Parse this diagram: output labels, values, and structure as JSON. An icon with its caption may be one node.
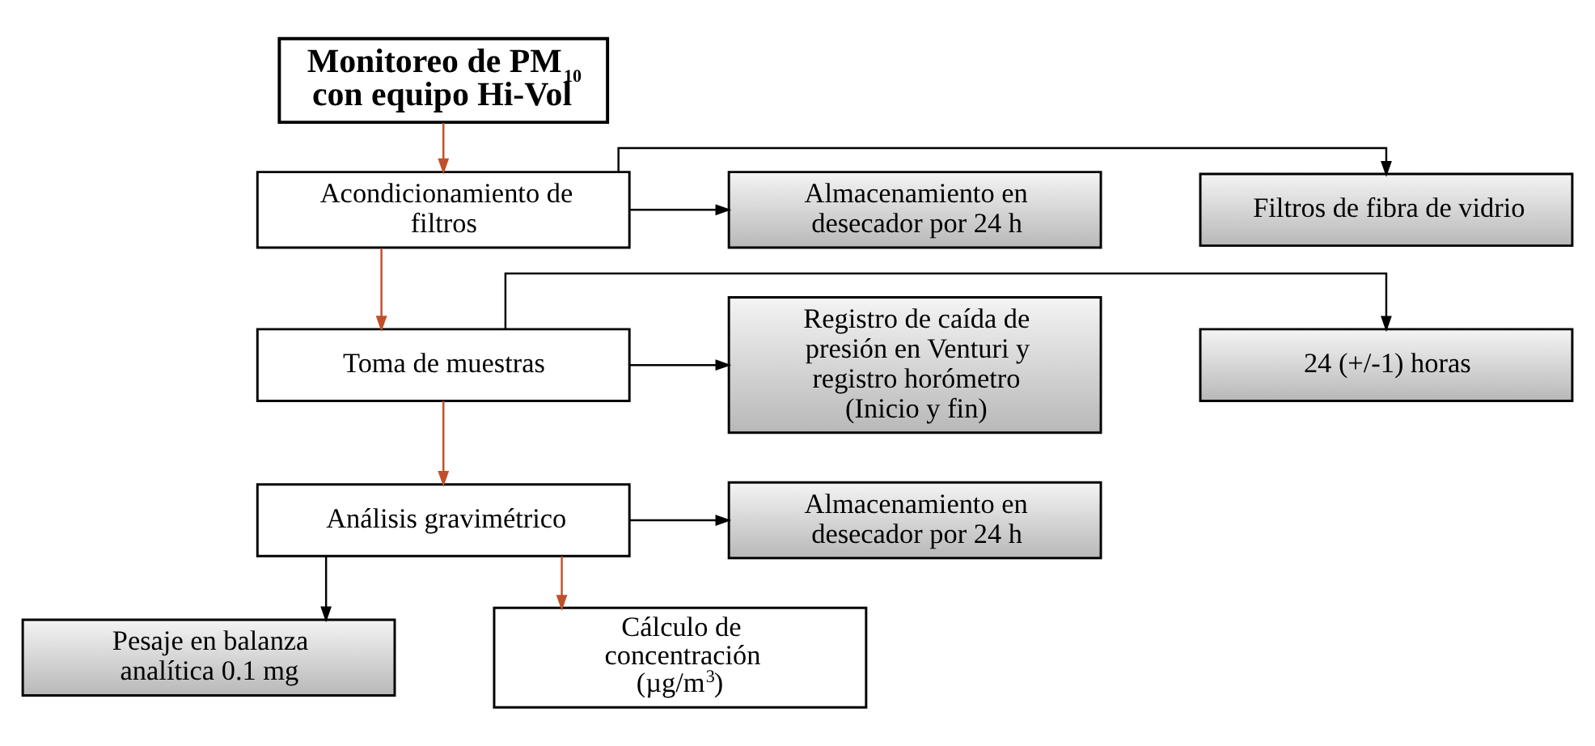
{
  "diagram": {
    "nodes": [
      {
        "text": [
          "Monitoreo de PM$_{10}$ con equipo Hi-Vol"
        ]
      },
      {
        "text": [
          "Filtros de fibra de vidrio"
        ]
      },
      {
        "text": [
          "Acondicionamiento de filtros"
        ]
      },
      {
        "text": [
          "Almacenamiento en desecador por 24 h"
        ]
      },
      {
        "text": [
          "24 (+/-1) horas"
        ]
      },
      {
        "text": [
          "Toma de muestras"
        ]
      },
      {
        "text": [
          "Registro de caída de presión en Venturi y registro horómetro (Inicio y fin)"
        ]
      },
      {
        "text": [
          "Almacenamiento en desecador por 24 h"
        ]
      },
      {
        "text": [
          "Análisis gravimétrico"
        ]
      },
      {
        "text": [
          "Pesaje en balanza analítica 0.1 mg"
        ]
      },
      {
        "text": [
          "Cálculo de concentración (µg/m$^{3}$)"
        ]
      }
    ],
    "edges": [
      {
        "from": 0,
        "to": 2,
        "arrow": "to",
        "color": "#c0502a"
      },
      {
        "from": 2,
        "to": 1,
        "arrow": "to"
      },
      {
        "from": 2,
        "to": 3,
        "arrow": "to"
      },
      {
        "from": 2,
        "to": 5,
        "arrow": "to",
        "color": "#c0502a"
      },
      {
        "from": 5,
        "to": 4,
        "arrow": "to"
      },
      {
        "from": 5,
        "to": 6,
        "arrow": "to"
      },
      {
        "from": 5,
        "to": 8,
        "arrow": "to",
        "color": "#c0502a"
      },
      {
        "from": 8,
        "to": 7,
        "arrow": "to"
      },
      {
        "from": 8,
        "to": 9,
        "arrow": "to"
      },
      {
        "from": 8,
        "to": 10,
        "arrow": "to",
        "color": "#c0502a"
      }
    ]
  }
}
